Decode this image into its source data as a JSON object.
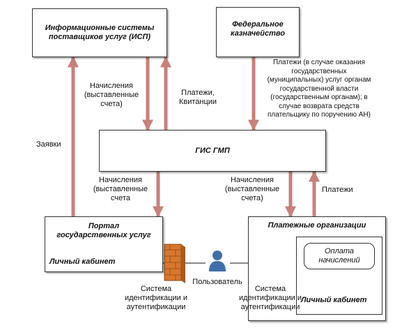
{
  "isp": {
    "line1": "Информационные системы",
    "line2": "поставщиков услуг (ИСП)"
  },
  "treasury": {
    "line1": "Федеральное",
    "line2": "казначейство"
  },
  "gis": {
    "title": "ГИС ГМП"
  },
  "portal": {
    "line1": "Портал",
    "line2": "государственных услуг",
    "cabinet": "Личный кабинет"
  },
  "payorg": {
    "title": "Платежные организации",
    "pay_line1": "Оплата",
    "pay_line2": "начислений",
    "cabinet": "Личный кабинет"
  },
  "labels": {
    "accruals_top": [
      "Начисления",
      "(выставленные",
      "счета)"
    ],
    "payments_receipts": [
      "Платежи,",
      "Квитанции"
    ],
    "treasury_payments": [
      "Платежи (в случае оказания",
      "государственных",
      "(муниципальных) услуг органам",
      "государственной власти",
      "(государственным органам); в",
      "случае возврата средств",
      "плательщику по поручению АН)"
    ],
    "requests": "Заявки",
    "accruals_left": [
      "Начисления",
      "(выставленные",
      "счета"
    ],
    "accruals_right": [
      "Начисления",
      "(выставленные",
      "счета)"
    ],
    "payments": "Платежи",
    "user": "Пользователь",
    "auth_left": [
      "Система",
      "идентификации и",
      "аутентификации"
    ],
    "auth_right": [
      "Система",
      "идентификации и",
      "аутентификации"
    ]
  },
  "colors": {
    "arrow": "#c98078",
    "firewall": "#d9772c",
    "user_icon": "#3f6fa8"
  }
}
